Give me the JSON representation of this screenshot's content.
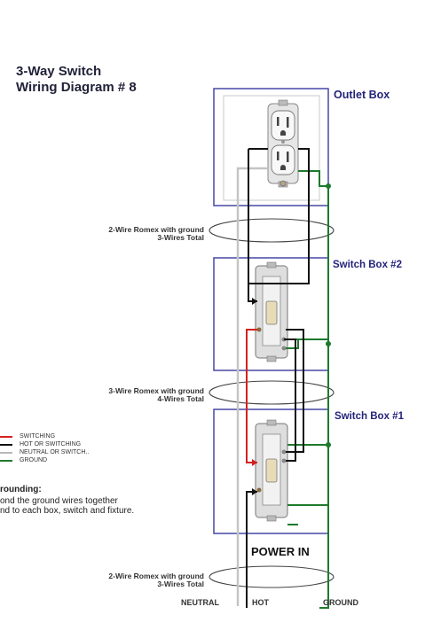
{
  "title": {
    "line1": "3-Way Switch",
    "line2": "Wiring Diagram # 8"
  },
  "boxes": {
    "outlet": "Outlet Box",
    "switch2": "Switch Box #2",
    "switch1": "Switch Box #1",
    "power_in": "POWER IN"
  },
  "cables": {
    "top": {
      "line1": "2-Wire Romex with ground",
      "line2": "3-Wires Total"
    },
    "middle": {
      "line1": "3-Wire Romex with ground",
      "line2": "4-Wires Total"
    },
    "bottom": {
      "line1": "2-Wire Romex with ground",
      "line2": "3-Wires Total"
    }
  },
  "legend": [
    {
      "label": "SWITCHING",
      "color": "#d42020"
    },
    {
      "label": "HOT OR SWITCHING",
      "color": "#111111"
    },
    {
      "label": "NEUTRAL OR SWITCH..",
      "color": "#b8b8b8"
    },
    {
      "label": "GROUND",
      "color": "#1e7a2c"
    }
  ],
  "grounding": {
    "heading": "rounding:",
    "line1": "ond the ground wires together",
    "line2": "nd to each box, switch and fixture."
  },
  "wire_labels": {
    "neutral": "NEUTRAL",
    "hot": "HOT",
    "ground": "GROUND"
  },
  "colors": {
    "box_border": "#3a3aa0",
    "hot": "#111111",
    "switching": "#d42020",
    "neutral": "#c0c0c0",
    "ground": "#1e7a2c"
  }
}
